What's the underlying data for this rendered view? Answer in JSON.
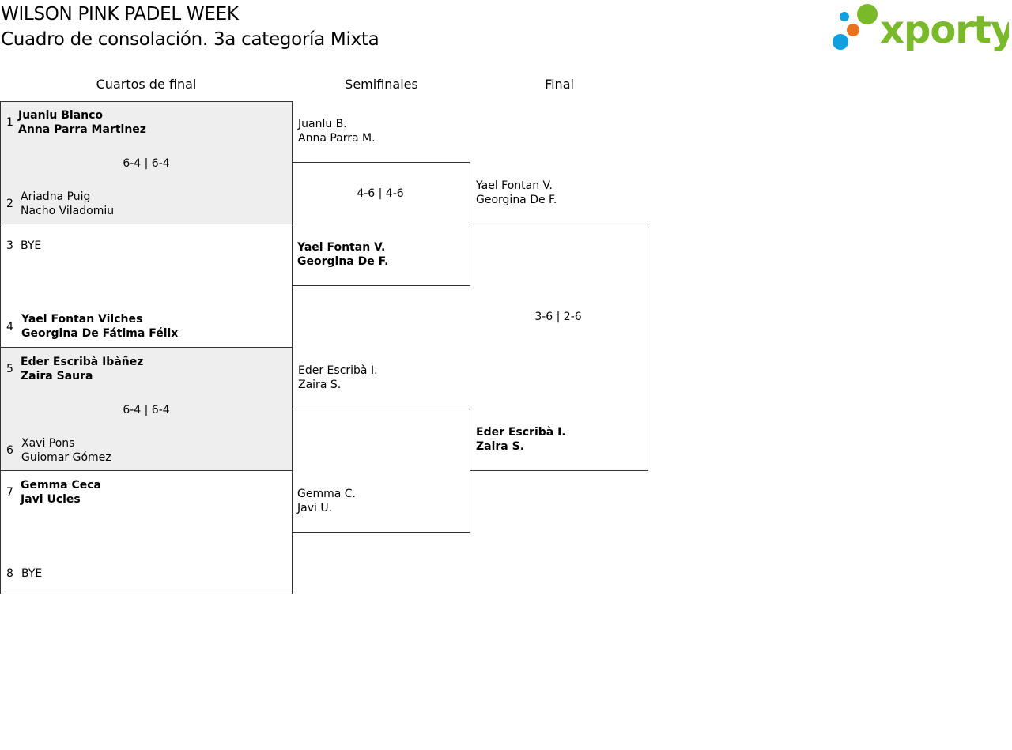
{
  "header": {
    "title": "WILSON PINK PADEL WEEK",
    "subtitle": "Cuadro de consolación. 3a categoría Mixta",
    "logo_text": "xporty"
  },
  "rounds": [
    "Cuartos de final",
    "Semifinales",
    "Final"
  ],
  "quarterfinals": [
    {
      "seed_a": "1",
      "a1": "Juanlu Blanco",
      "a2": "Anna Parra Martinez",
      "score": "6-4 | 6-4",
      "seed_b": "2",
      "b1": "Ariadna Puig",
      "b2": "Nacho Viladomiu"
    },
    {
      "seed_a": "3",
      "a1": "BYE",
      "a2": "",
      "score": "",
      "seed_b": "4",
      "b1": "Yael Fontan Vilches",
      "b2": "Georgina De Fátima Félix"
    },
    {
      "seed_a": "5",
      "a1": "Eder Escribà Ibàñez",
      "a2": "Zaira Saura",
      "score": "6-4 | 6-4",
      "seed_b": "6",
      "b1": "Xavi Pons",
      "b2": "Guiomar Gómez"
    },
    {
      "seed_a": "7",
      "a1": "Gemma Ceca",
      "a2": "Javi Ucles",
      "score": "",
      "seed_b": "8",
      "b1": "BYE",
      "b2": ""
    }
  ],
  "semifinals": [
    {
      "a1": "Juanlu B.",
      "a2": "Anna Parra M.",
      "score": "4-6 | 4-6",
      "b1": "Yael Fontan V.",
      "b2": "Georgina De F."
    },
    {
      "a1": "Eder Escribà I.",
      "a2": "Zaira S.",
      "score": "",
      "b1": "Gemma C.",
      "b2": "Javi U."
    }
  ],
  "final": {
    "a1": "Yael Fontan V.",
    "a2": "Georgina De F.",
    "score": "3-6 | 2-6",
    "b1": "Eder Escribà I.",
    "b2": "Zaira S."
  },
  "colors": {
    "logo_green": "#7ab929",
    "logo_blue": "#119fe0",
    "logo_orange": "#e8731d",
    "shade": "#eeeeee"
  }
}
